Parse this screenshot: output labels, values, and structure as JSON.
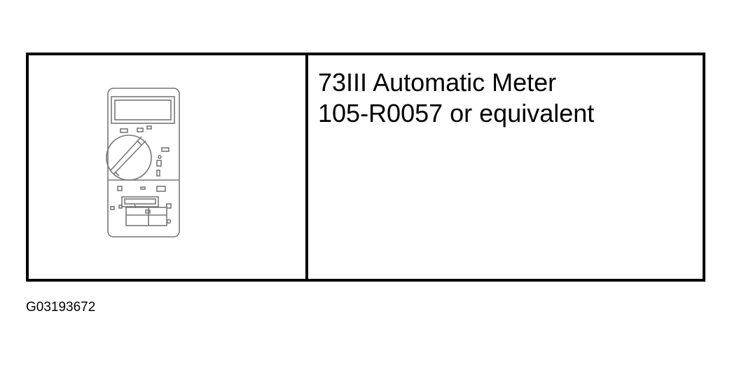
{
  "tool": {
    "icon": "digital-multimeter-icon",
    "name_line": "73III Automatic Meter",
    "part_line": "105-R0057 or equivalent"
  },
  "figure": {
    "id": "G03193672"
  }
}
